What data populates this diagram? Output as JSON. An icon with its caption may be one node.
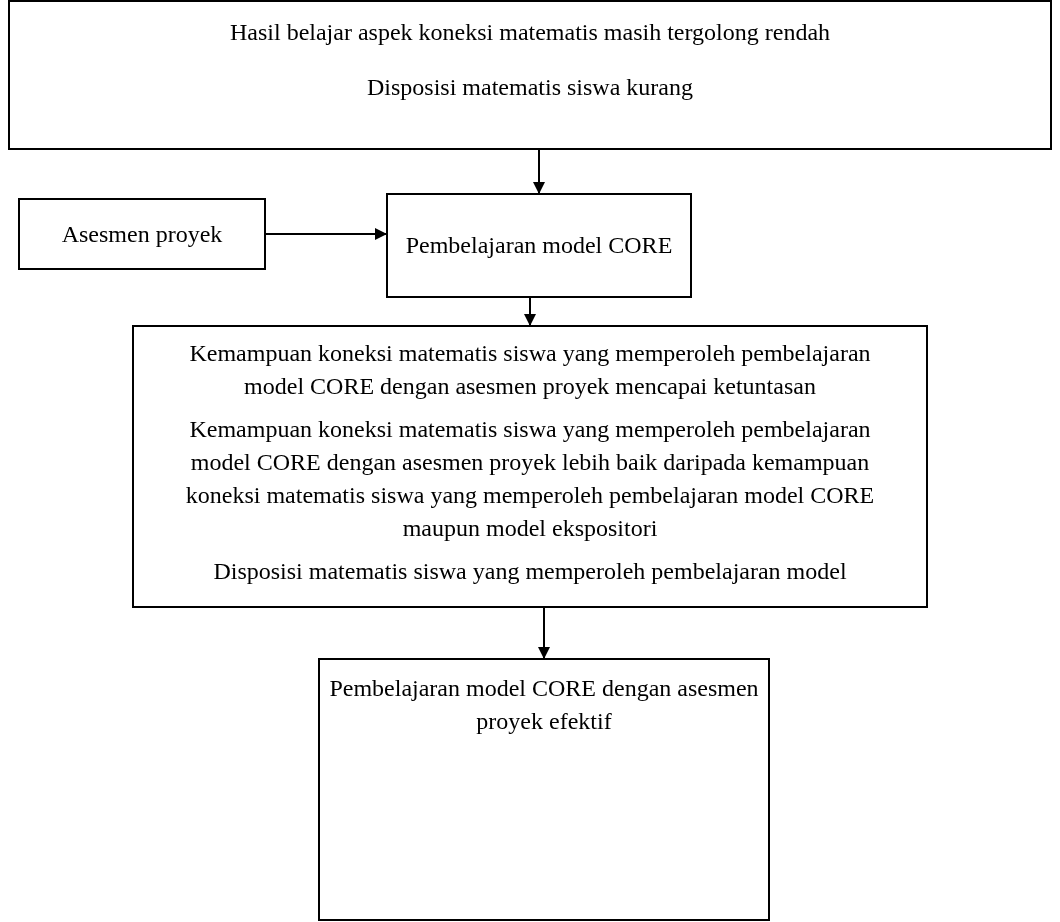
{
  "diagram": {
    "nodes": [
      {
        "text": [
          "Hasil belajar aspek koneksi matematis masih tergolong rendah",
          "Disposisi matematis siswa kurang"
        ]
      },
      {
        "text": [
          "Asesmen proyek"
        ]
      },
      {
        "text": [
          "Pembelajaran model CORE"
        ]
      },
      {
        "text": [
          "Kemampuan koneksi matematis siswa yang memperoleh pembelajaran model CORE dengan asesmen proyek mencapai ketuntasan",
          "Kemampuan koneksi matematis siswa yang memperoleh pembelajaran model CORE dengan asesmen proyek lebih baik daripada kemampuan koneksi matematis siswa yang memperoleh pembelajaran model CORE maupun model ekspositori",
          "Disposisi matematis siswa yang memperoleh pembelajaran model"
        ]
      },
      {
        "text": [
          "Pembelajaran model CORE dengan asesmen proyek efektif"
        ]
      }
    ],
    "edges": [
      {
        "from": 0,
        "to": 2,
        "arrow": "to"
      },
      {
        "from": 1,
        "to": 2,
        "arrow": "to"
      },
      {
        "from": 2,
        "to": 3,
        "arrow": "to"
      },
      {
        "from": 3,
        "to": 4,
        "arrow": "to"
      }
    ]
  }
}
